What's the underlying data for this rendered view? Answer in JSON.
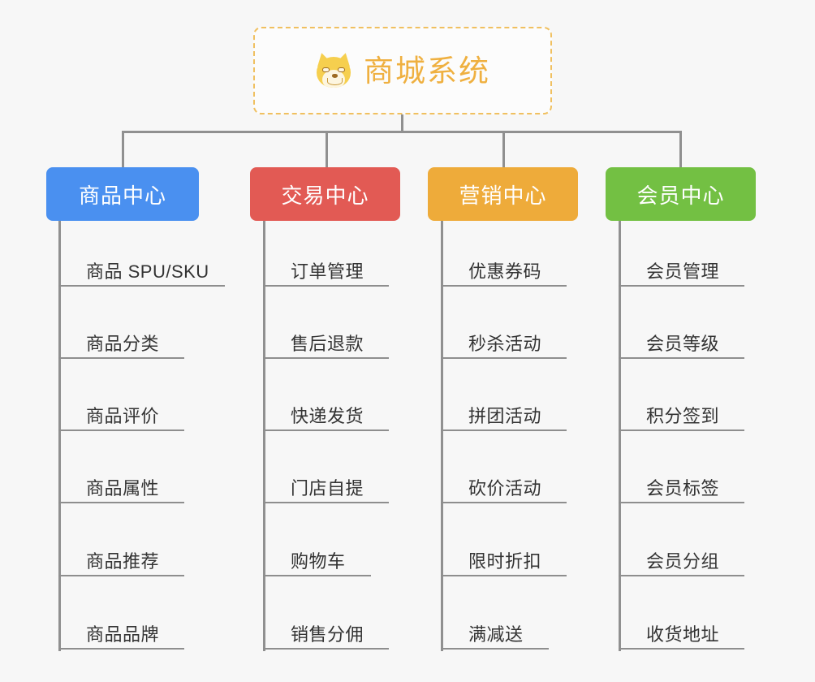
{
  "root": {
    "title": "商城系统",
    "icon": "shiba-dog-face-icon",
    "accent_color": "#efb040",
    "border_color": "#f0c060"
  },
  "connector_color": "#909090",
  "leaf_rule_color": "#8e8e8e",
  "leaf_text_color": "#333333",
  "columns": [
    {
      "id": "product-center",
      "title": "商品中心",
      "color": "#4a90f0",
      "items": [
        "商品 SPU/SKU",
        "商品分类",
        "商品评价",
        "商品属性",
        "商品推荐",
        "商品品牌"
      ]
    },
    {
      "id": "trade-center",
      "title": "交易中心",
      "color": "#e25a54",
      "items": [
        "订单管理",
        "售后退款",
        "快递发货",
        "门店自提",
        "购物车",
        "销售分佣"
      ]
    },
    {
      "id": "marketing-center",
      "title": "营销中心",
      "color": "#eeab3a",
      "items": [
        "优惠券码",
        "秒杀活动",
        "拼团活动",
        "砍价活动",
        "限时折扣",
        "满减送"
      ]
    },
    {
      "id": "member-center",
      "title": "会员中心",
      "color": "#73c043",
      "items": [
        "会员管理",
        "会员等级",
        "积分签到",
        "会员标签",
        "会员分组",
        "收货地址"
      ]
    }
  ]
}
